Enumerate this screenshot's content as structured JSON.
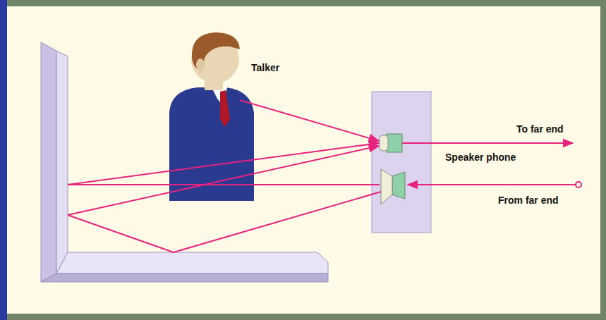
{
  "diagram": {
    "nodes": [
      {
        "text": [
          "Speaker phone"
        ]
      }
    ],
    "labels": [
      "Talker",
      "To far end",
      "From far end"
    ]
  }
}
